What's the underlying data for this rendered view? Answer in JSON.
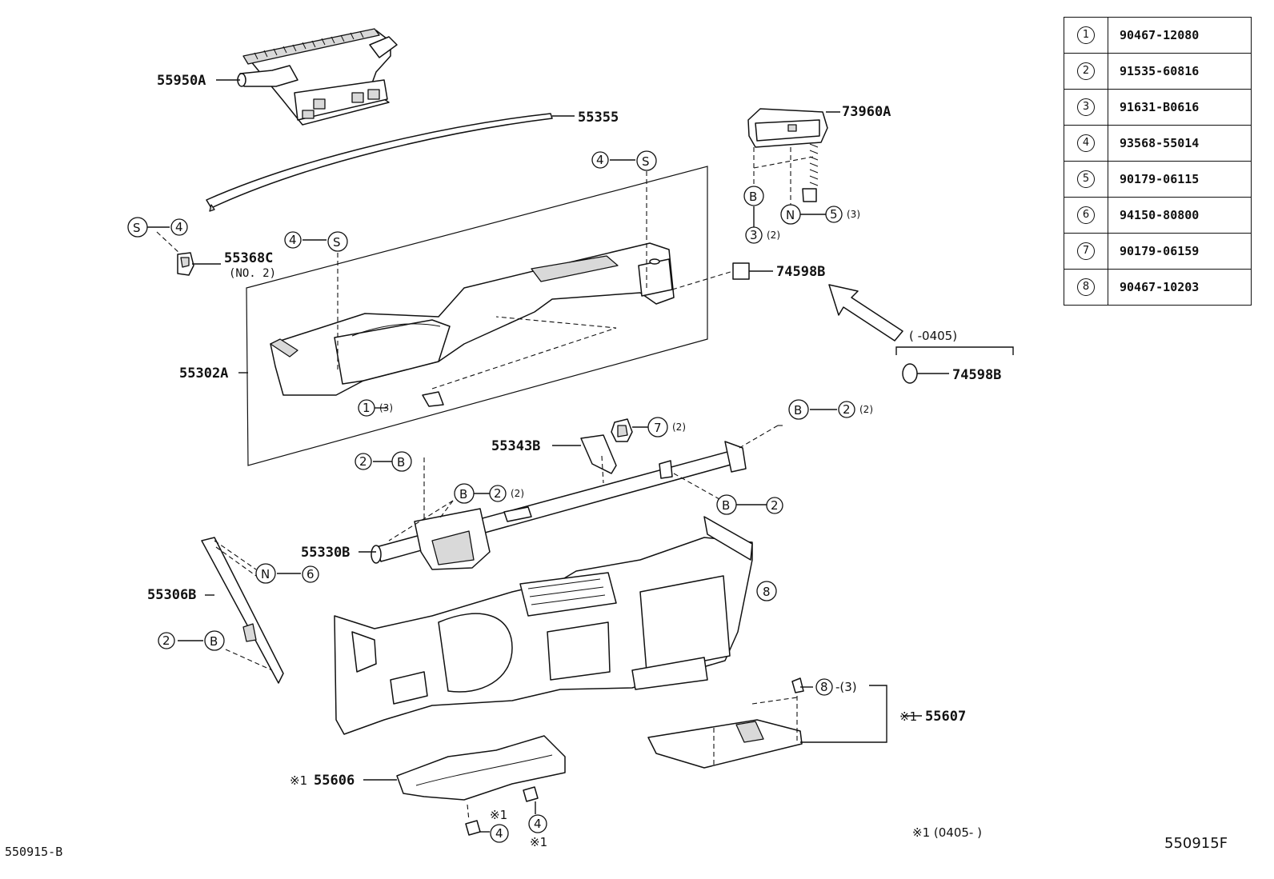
{
  "labels": {
    "p55950A": "55950A",
    "p55355": "55355",
    "p73960A": "73960A",
    "p55368C": "55368C",
    "p55368C_sub": "(NO. 2)",
    "p74598B_top": "74598B",
    "p74598B_bottom": "74598B",
    "p55302A": "55302A",
    "p55343B": "55343B",
    "p55330B": "55330B",
    "p55306B": "55306B",
    "p55607": "55607",
    "p55606": "55606"
  },
  "callouts": {
    "c1": "1",
    "c2": "2",
    "c3": "3",
    "c4": "4",
    "c5": "5",
    "c6": "6",
    "c7": "7",
    "c8": "8",
    "s": "S",
    "b": "B",
    "n": "N",
    "q3": "(3)",
    "q2": "(2)",
    "dash_q3": "-(3)",
    "mark": "※1",
    "range_top": "(      -0405)",
    "range_bottom": "※1 (0405-        )"
  },
  "ref_table": [
    {
      "no": "1",
      "part": "90467-12080"
    },
    {
      "no": "2",
      "part": "91535-60816"
    },
    {
      "no": "3",
      "part": "91631-B0616"
    },
    {
      "no": "4",
      "part": "93568-55014"
    },
    {
      "no": "5",
      "part": "90179-06115"
    },
    {
      "no": "6",
      "part": "94150-80800"
    },
    {
      "no": "7",
      "part": "90179-06159"
    },
    {
      "no": "8",
      "part": "90467-10203"
    }
  ],
  "codes": {
    "left": "550915-B",
    "right": "550915F"
  }
}
